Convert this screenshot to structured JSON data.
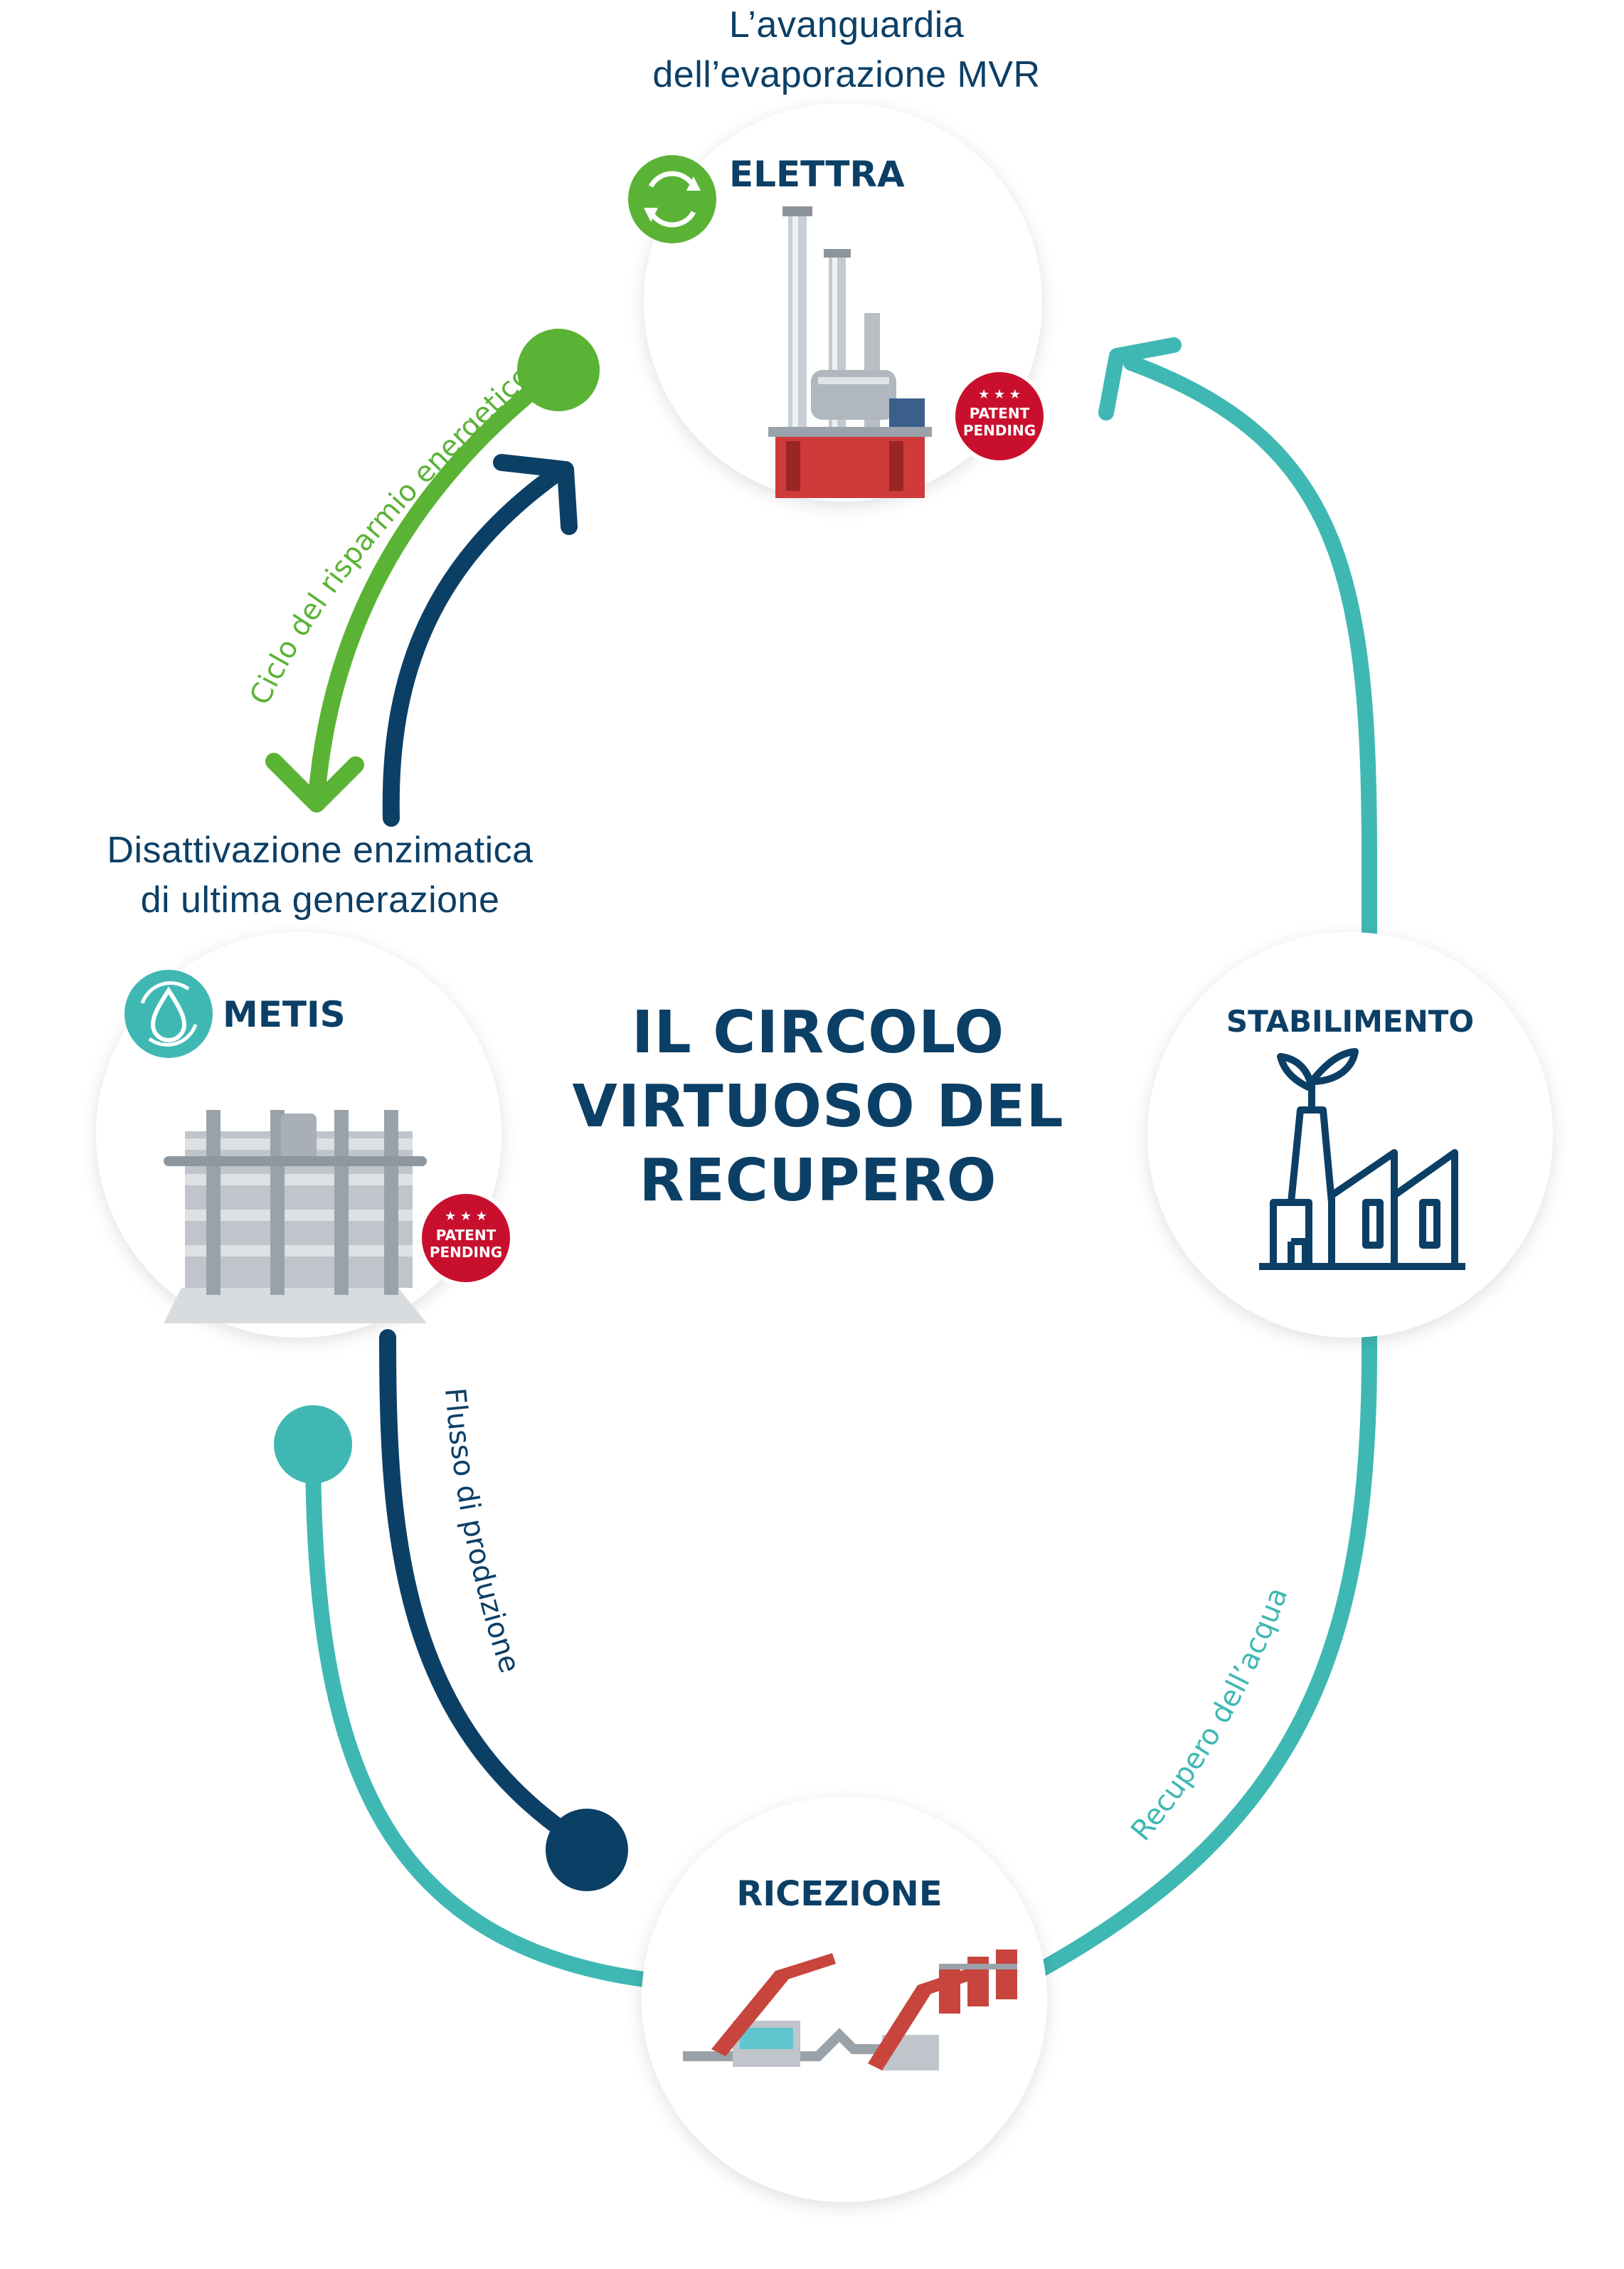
{
  "top_caption": {
    "line1": "L’avanguardia",
    "line2": "dell’evaporazione MVR"
  },
  "left_caption": {
    "line1": "Disattivazione enzimatica",
    "line2": "di ultima generazione"
  },
  "center_title": {
    "line1": "IL CIRCOLO",
    "line2": "VIRTUOSO DEL",
    "line3": "RECUPERO"
  },
  "nodes": {
    "elettra": {
      "label": "ELETTRA",
      "badge": [
        "PATENT",
        "PENDING"
      ]
    },
    "metis": {
      "label": "METIS",
      "badge": [
        "PATENT",
        "PENDING"
      ]
    },
    "stabilimento": {
      "label": "STABILIMENTO"
    },
    "ricezione": {
      "label": "RICEZIONE"
    }
  },
  "flows": {
    "energy": "Ciclo del risparmio energetico",
    "production": "Flusso di produzione",
    "water": "Recupero dell’acqua"
  },
  "colors": {
    "navy": "#0c3f66",
    "green": "#5bb336",
    "teal": "#3fb8b4",
    "red": "#c8102e"
  }
}
